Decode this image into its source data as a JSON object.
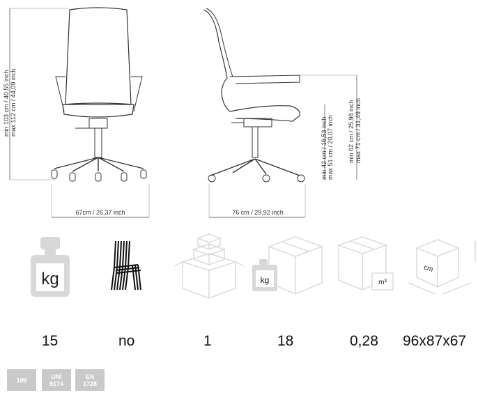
{
  "front_view": {
    "height_label_1": "min 103 cm / 40,55 inch",
    "height_label_2": "max 112 cm / 44,09 inch",
    "width_label": "67cm / 26,37 inch"
  },
  "side_view": {
    "seat_height_label_1": "min 42 cm / 16,53 inch",
    "seat_height_label_2": "max 51 cm / 20,07 inch",
    "arm_height_label_1": "min 62 cm / 25,98 inch",
    "arm_height_label_2": "max 71 cm / 31,49 inch",
    "depth_label": "76 cm / 29,92 inch"
  },
  "icons": {
    "weight_icon_text": "kg",
    "package_weight_icon_text": "kg",
    "volume_icon_text": "m³",
    "dimensions_icon_text": "cm"
  },
  "specs": {
    "weight": "15",
    "stackable": "no",
    "packages": "1",
    "package_weight": "18",
    "volume": "0,28",
    "package_dimensions": "96x87x67"
  },
  "certifications": [
    {
      "line1": "1IM",
      "line2": ""
    },
    {
      "line1": "UNI",
      "line2": "9174"
    },
    {
      "line1": "EN",
      "line2": "1728"
    }
  ],
  "colors": {
    "icon_gray": "#d8d8d8",
    "badge_gray": "#c9c9c9",
    "line": "#444444"
  }
}
